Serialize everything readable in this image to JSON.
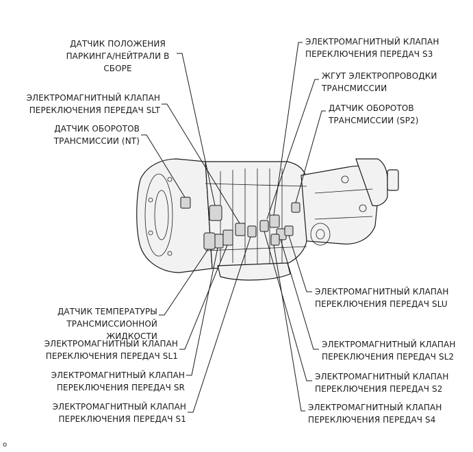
{
  "labels": {
    "park_neutral_switch": "ДАТЧИК ПОЛОЖЕНИЯ\nПАРКИНГА/НЕЙТРАЛИ В\nСБОРЕ",
    "solenoid_slt": "ЭЛЕКТРОМАГНИТНЫЙ КЛАПАН\nПЕРЕКЛЮЧЕНИЯ ПЕРЕДАЧ SLT",
    "speed_sensor_nt": "ДАТЧИК ОБОРОТОВ\nТРАНСМИССИИ (NT)",
    "solenoid_s3": "ЭЛЕКТРОМАГНИТНЫЙ КЛАПАН\nПЕРЕКЛЮЧЕНИЯ ПЕРЕДАЧ S3",
    "wire_harness": "ЖГУТ ЭЛЕКТРОПРОВОДКИ\nТРАНСМИССИИ",
    "speed_sensor_sp2": "ДАТЧИК ОБОРОТОВ\nТРАНСМИССИИ (SP2)",
    "solenoid_slu": "ЭЛЕКТРОМАГНИТНЫЙ КЛАПАН\nПЕРЕКЛЮЧЕНИЯ ПЕРЕДАЧ SLU",
    "fluid_temp_sensor": "ДАТЧИК ТЕМПЕРАТУРЫ\nТРАНСМИССИОННОЙ ЖИДКОСТИ",
    "solenoid_sl1": "ЭЛЕКТРОМАГНИТНЫЙ КЛАПАН\nПЕРЕКЛЮЧЕНИЯ ПЕРЕДАЧ SL1",
    "solenoid_sl2": "ЭЛЕКТРОМАГНИТНЫЙ КЛАПАН\nПЕРЕКЛЮЧЕНИЯ ПЕРЕДАЧ SL2",
    "solenoid_sr": "ЭЛЕКТРОМАГНИТНЫЙ КЛАПАН\nПЕРЕКЛЮЧЕНИЯ ПЕРЕДАЧ SR",
    "solenoid_s2": "ЭЛЕКТРОМАГНИТНЫЙ КЛАПАН\nПЕРЕКЛЮЧЕНИЯ ПЕРЕДАЧ S2",
    "solenoid_s1": "ЭЛЕКТРОМАГНИТНЫЙ КЛАПАН\nПЕРЕКЛЮЧЕНИЯ ПЕРЕДАЧ S1",
    "solenoid_s4": "ЭЛЕКТРОМАГНИТНЫЙ КЛАПАН\nПЕРЕКЛЮЧЕНИЯ ПЕРЕДАЧ S4"
  },
  "footnote": "o",
  "colors": {
    "line": "#1a1a1a",
    "component_fill": "#d6d6d6",
    "housing_fill": "#f2f2f2"
  }
}
